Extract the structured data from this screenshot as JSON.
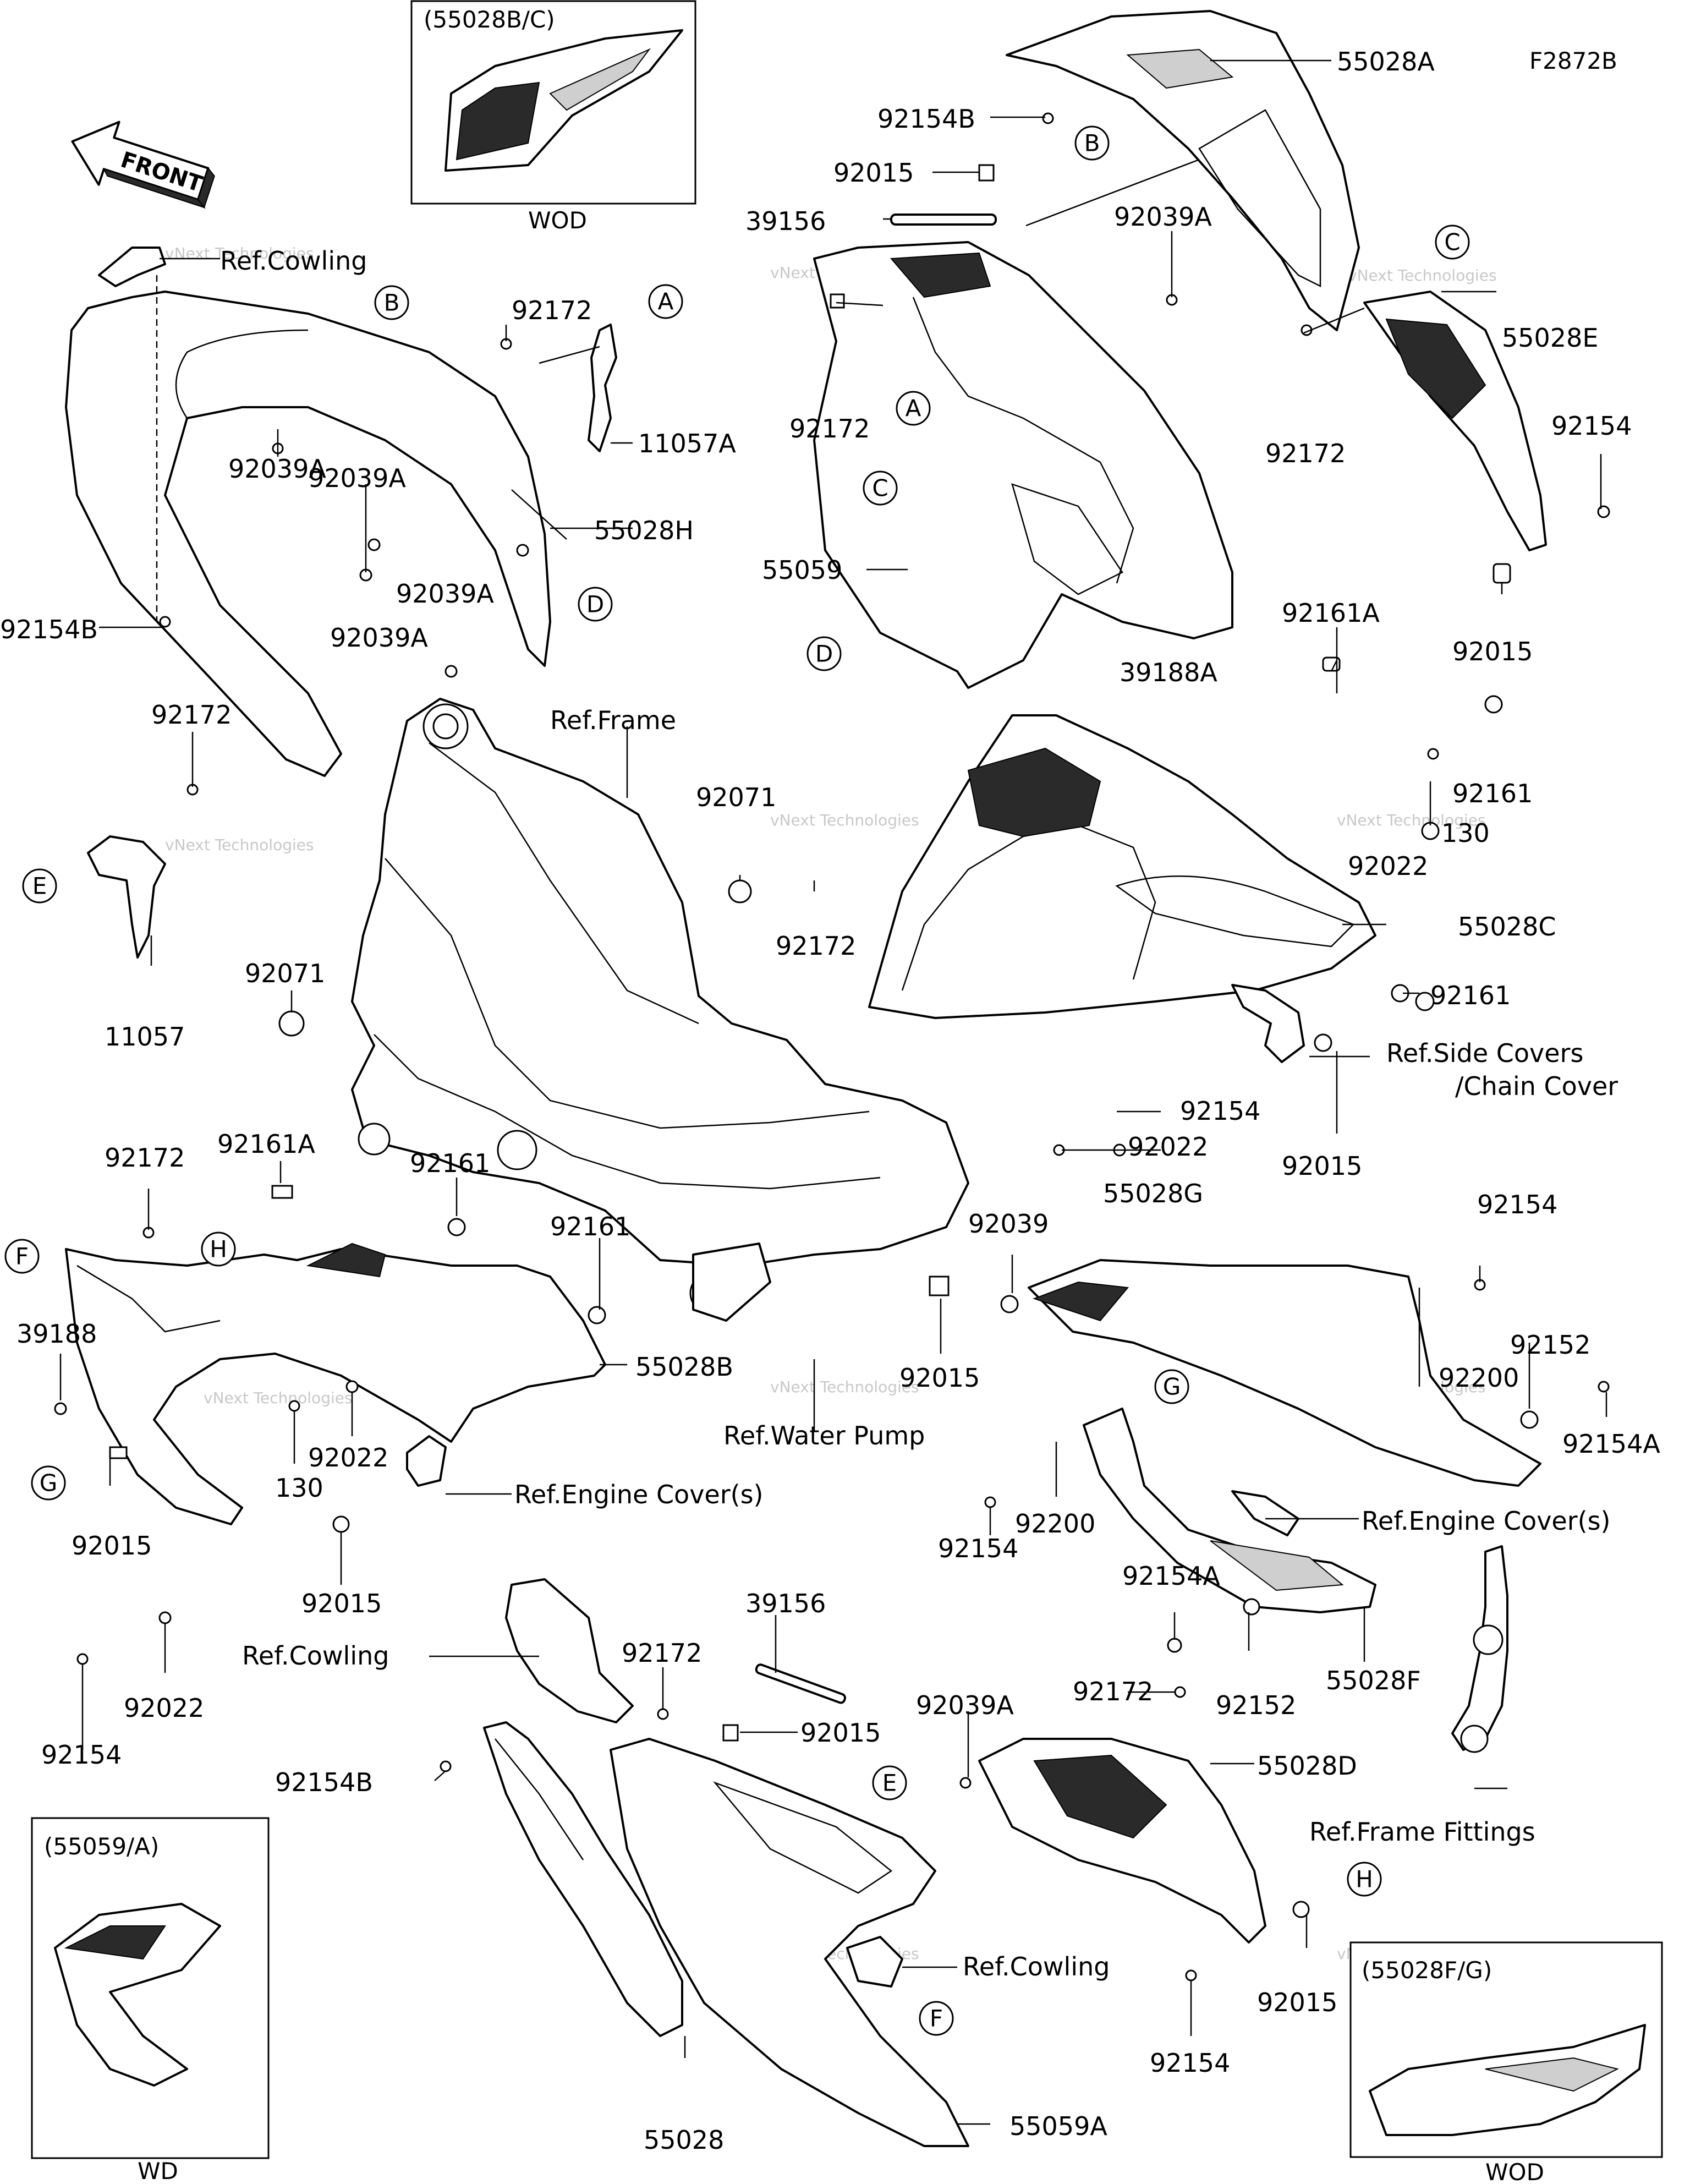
{
  "diagram_code": "F2872B",
  "front_arrow": "FRONT",
  "inset_top": {
    "caption": "(55028B/C)",
    "footer": "WOD"
  },
  "inset_bottom_left": {
    "caption": "(55059/A)",
    "footer": "WD"
  },
  "inset_bottom_right": {
    "caption": "(55028F/G)",
    "footer": "WOD"
  },
  "watermark": {
    "small": "vNext Technologies",
    "big": "vNext Technologies"
  },
  "part_numbers": {
    "p55028A": "55028A",
    "p92154B_top": "92154B",
    "p92015_top": "92015",
    "p39156_top": "39156",
    "p92039A_top": "92039A",
    "p55028E": "55028E",
    "p92172_topright": "92172",
    "p92154_right": "92154",
    "p92015_right": "92015",
    "p92172_mid": "92172",
    "p55059": "55059",
    "p92161A_top": "92161A",
    "p39188A": "39188A",
    "p92161_right": "92161",
    "p92022_right": "92022",
    "p130_right": "130",
    "p55028C": "55028C",
    "p92161_mid": "92161",
    "p92154_mid": "92154",
    "p92022_mid": "92022",
    "p92015_mid": "92015",
    "p92071_top": "92071",
    "p92172_center": "92172",
    "p92172_left": "92172",
    "p92039A_left1": "92039A",
    "p92039A_left2": "92039A",
    "p92039A_left3": "92039A",
    "p92039A_left4": "92039A",
    "p11057A": "11057A",
    "p55028H": "55028H",
    "p92154B_left": "92154B",
    "p92172_left2": "92172",
    "p11057": "11057",
    "p92071_left": "92071",
    "p92161A_left": "92161A",
    "p92161_left": "92161",
    "p92172_left3": "92172",
    "p39188": "39188",
    "p92161_left2": "92161",
    "p55028B": "55028B",
    "p130_left": "130",
    "p92022_left": "92022",
    "p92015_left": "92015",
    "p92015_left2": "92015",
    "p92022_left2": "92022",
    "p92154_left": "92154",
    "p92039": "92039",
    "p92015_center": "92015",
    "p55028G": "55028G",
    "p92154_r2": "92154",
    "p92200_right": "92200",
    "p92152_right": "92152",
    "p92154A_right": "92154A",
    "p92200_center": "92200",
    "p92154_center": "92154",
    "p92154A_center": "92154A",
    "p92152_center": "92152",
    "p55028F": "55028F",
    "p39156_bottom": "39156",
    "p92172_bottom": "92172",
    "p92015_bottom": "92015",
    "p92154B_bottom": "92154B",
    "p92039A_bottom": "92039A",
    "p92172_bottom2": "92172",
    "p55028D": "55028D",
    "p92015_bottom2": "92015",
    "p92154_bottom": "92154",
    "p55028": "55028",
    "p55059A": "55059A"
  },
  "references": {
    "ref_cowling_top": "Ref.Cowling",
    "ref_frame": "Ref.Frame",
    "ref_side_covers_1": "Ref.Side Covers",
    "ref_side_covers_2": "/Chain Cover",
    "ref_water_pump": "Ref.Water Pump",
    "ref_engine_cover_left": "Ref.Engine Cover(s)",
    "ref_engine_cover_right": "Ref.Engine Cover(s)",
    "ref_cowling_left": "Ref.Cowling",
    "ref_cowling_bottom": "Ref.Cowling",
    "ref_frame_fittings": "Ref.Frame Fittings"
  },
  "callouts": {
    "A": "A",
    "B": "B",
    "C": "C",
    "D": "D",
    "E": "E",
    "F": "F",
    "G": "G",
    "H": "H"
  }
}
